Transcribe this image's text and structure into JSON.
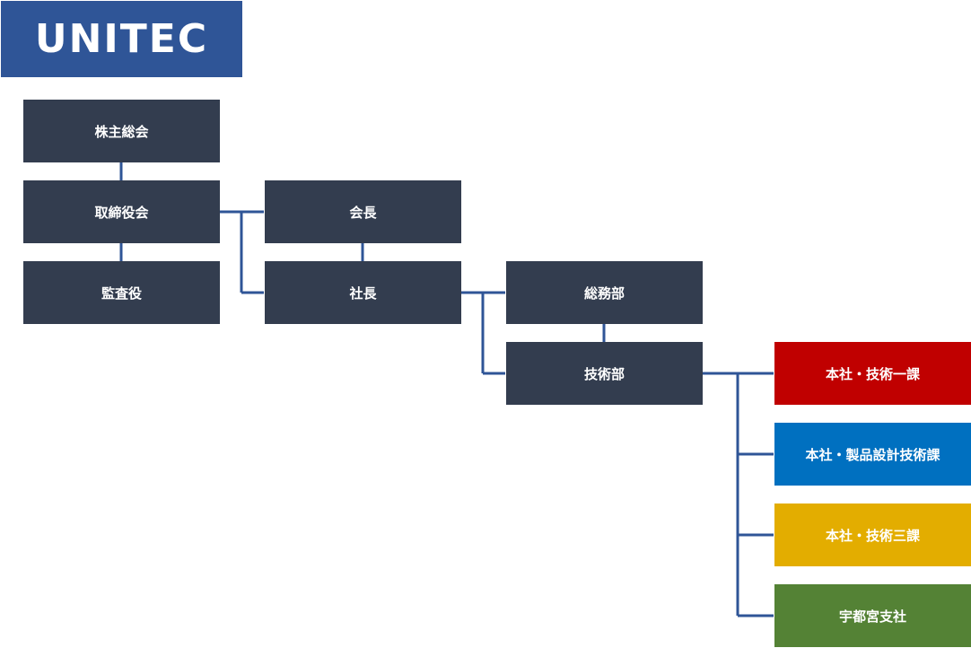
{
  "logo": {
    "text": "UNITEC"
  },
  "org": {
    "shareholders": "株主総会",
    "board": "取締役会",
    "auditor": "監査役",
    "chairman": "会長",
    "president": "社長",
    "general_affairs": "総務部",
    "engineering": "技術部",
    "sections": [
      {
        "label": "本社・技術一課",
        "color": "#c00000"
      },
      {
        "label": "本社・製品設計技術課",
        "color": "#0070c0"
      },
      {
        "label": "本社・技術三課",
        "color": "#e3ad00"
      },
      {
        "label": "宇都宮支社",
        "color": "#548235"
      }
    ]
  },
  "colors": {
    "node": "#333d4f",
    "connector": "#2f5597",
    "logo_bg": "#2f5597"
  }
}
